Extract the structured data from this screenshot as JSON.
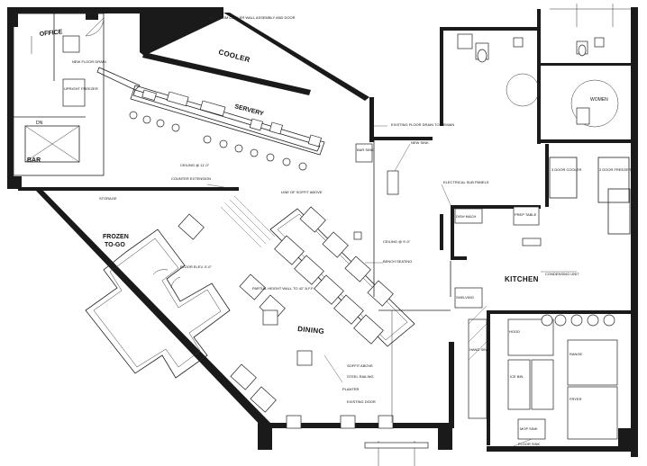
{
  "rooms": {
    "office": "OFFICE",
    "cooler": "COOLER",
    "servery": "SERVERY",
    "bar": "BAR",
    "frozen_line1": "FROZEN",
    "frozen_line2": "TO-GO",
    "dining": "DINING",
    "kitchen": "KITCHEN",
    "women": "WOMEN",
    "dn": "DN"
  },
  "notes": {
    "custom_cooler": "CUSTOM COOLER WALL ASSEMBLY AND DOOR",
    "new_floor_drain": "NEW FLOOR DRAIN",
    "ceiling_11": "CEILING @ 11'-0\"",
    "existing_floor_drain": "EXISTING FLOOR DRAIN TO REMAIN",
    "new_s_hs": "NEW SINK",
    "electrical_sub": "ELECTRICAL SUB PANELS",
    "floor_elev": "FLOOR ELEV. 0'-0\"",
    "counter_ext": "COUNTER EXTENSION",
    "line_soffit": "LINE OF SOFFIT ABOVE",
    "ceiling_9": "CEILING @ 9'-0\"",
    "bench_seating": "BENCH SEATING",
    "steel_railing": "STEEL RAILING",
    "planter": "PLANTER",
    "partial_height": "PARTIAL HEIGHT WALL TO 42\" A.F.F.",
    "storage": "STORAGE",
    "floor_sink": "FLOOR SINK",
    "soffit_above": "SOFFIT ABOVE",
    "existing_door": "EXISTING DOOR",
    "cond_unit": "CONDENSING UNIT"
  },
  "equipment": {
    "upright_freezer": "UPRIGHT FREEZER",
    "bar_sink": "BAR SINK",
    "dish_mach": "DISH MACH",
    "prep_table": "PREP TABLE",
    "range": "RANGE",
    "fryer": "FRYER",
    "hood": "HOOD",
    "cooler_3dr": "3 DOOR COOLER",
    "freezer_2dr": "2 DOOR FREEZER",
    "shelving": "SHELVING",
    "ice_bin": "ICE BIN",
    "hand_sink": "HAND SINK",
    "mop_sink": "MOP SINK"
  },
  "colors": {
    "ink": "#1a1a1a",
    "paper": "#ffffff"
  }
}
